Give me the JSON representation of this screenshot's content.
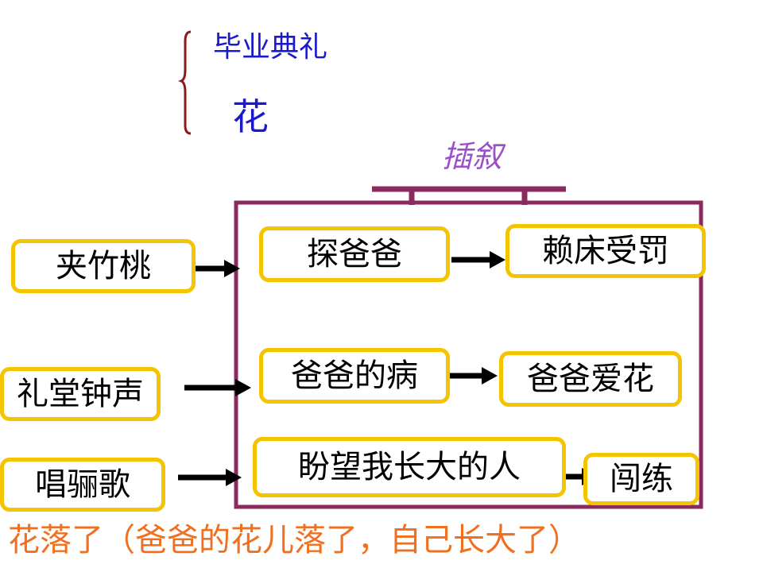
{
  "colors": {
    "box_border": "#f5c400",
    "frame": "#8b2a5e",
    "brace": "#8b1a1a",
    "heading_blue": "#1a1acc",
    "insert_label": "#9b4fc9",
    "footer": "#f07020",
    "arrow": "#000000"
  },
  "header": {
    "items": [
      "毕业典礼",
      "花"
    ]
  },
  "insert_label": "插叙",
  "left_nodes": [
    "夹竹桃",
    "礼堂钟声",
    "唱骊歌"
  ],
  "inner_nodes": {
    "row1": [
      "探爸爸",
      "赖床受罚"
    ],
    "row2": [
      "爸爸的病",
      "爸爸爱花"
    ],
    "row3": [
      "盼望我长大的人",
      "闯练"
    ]
  },
  "footer": "花落了（爸爸的花儿落了，自己长大了）"
}
